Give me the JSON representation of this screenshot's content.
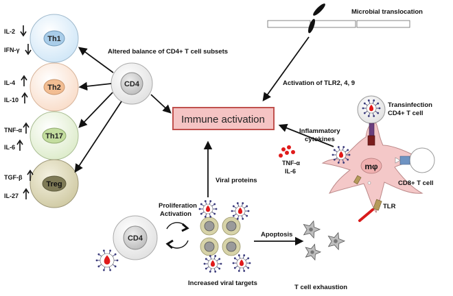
{
  "colors": {
    "th1": "#cfe6f7",
    "th2": "#f9dcc8",
    "th17": "#dcebc9",
    "treg": "#d4cfae",
    "immune_fill": "#f5c4c4",
    "immune_border": "#c0504d",
    "macrophage": "#f4c8c8",
    "virus_red": "#e01b1b"
  },
  "cytokines": {
    "il2": "IL-2",
    "ifng": "IFN-γ",
    "il4": "IL-4",
    "il10": "IL-10",
    "tnfa": "TNF-α",
    "il6": "IL-6",
    "tgfb": "TGF-β",
    "il27": "IL-27"
  },
  "subsets": {
    "th1": "Th1",
    "th2": "Th2",
    "th17": "Th17",
    "treg": "Treg"
  },
  "cd4_label": "CD4",
  "altered_balance": "Altered balance of CD4+ T cell subsets",
  "immune_activation": "Immune activation",
  "microbial_translocation": "Microbial translocation",
  "tlr_activation": "Activation of TLR2, 4, 9",
  "transinfection": {
    "line1": "Transinfection",
    "line2": "CD4+ T cell"
  },
  "inflammatory": {
    "line1": "Inflammatory",
    "line2": "cytokines"
  },
  "macrophage_cytokines": {
    "tnfa": "TNF-α",
    "il6": "IL-6"
  },
  "macrophage_label": "mφ",
  "cd8_label": "CD8+ T cell",
  "tlr_label": "TLR",
  "viral_proteins": "Viral proteins",
  "proliferation": {
    "line1": "Proliferation",
    "line2": "Activation"
  },
  "apoptosis": "Apoptosis",
  "increased_viral_targets": "Increased viral targets",
  "t_cell_exhaustion": "T cell exhaustion"
}
